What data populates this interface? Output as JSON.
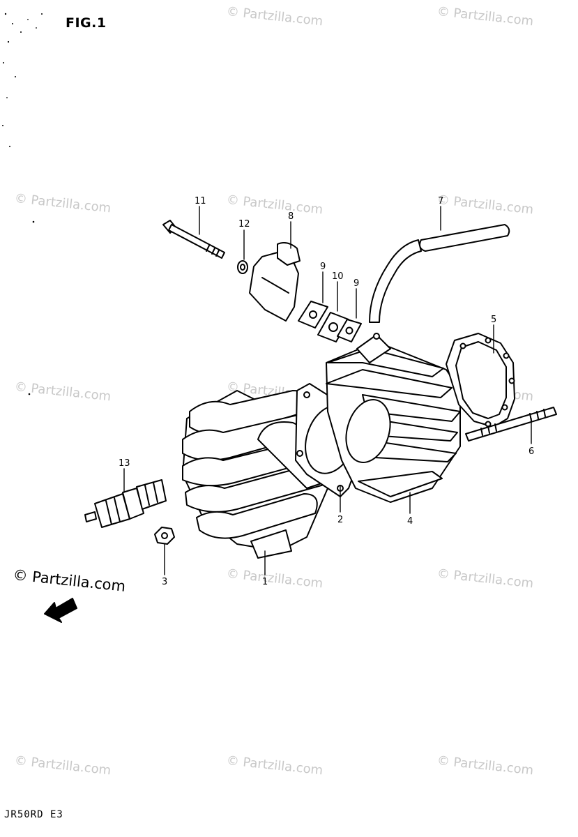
{
  "figure": {
    "title": "FIG.1",
    "model_code": "JR50RD E3"
  },
  "watermark": {
    "text": "© Partzilla.com",
    "dark_text": "© Partzilla.com",
    "color": "#c8c8c8"
  },
  "callouts": [
    {
      "number": "1",
      "part": "cylinder-head"
    },
    {
      "number": "2",
      "part": "cylinder-head-gasket"
    },
    {
      "number": "3",
      "part": "nut"
    },
    {
      "number": "4",
      "part": "cylinder"
    },
    {
      "number": "5",
      "part": "cylinder-base-gasket"
    },
    {
      "number": "6",
      "part": "stud-bolt"
    },
    {
      "number": "7",
      "part": "hose"
    },
    {
      "number": "8",
      "part": "intake-pipe"
    },
    {
      "number": "9",
      "part": "gasket"
    },
    {
      "number": "10",
      "part": "spacer"
    },
    {
      "number": "9",
      "part": "gasket"
    },
    {
      "number": "11",
      "part": "bolt"
    },
    {
      "number": "12",
      "part": "washer"
    },
    {
      "number": "13",
      "part": "spark-plug"
    }
  ],
  "icons": {
    "front_arrow": "front-arrow-icon"
  }
}
